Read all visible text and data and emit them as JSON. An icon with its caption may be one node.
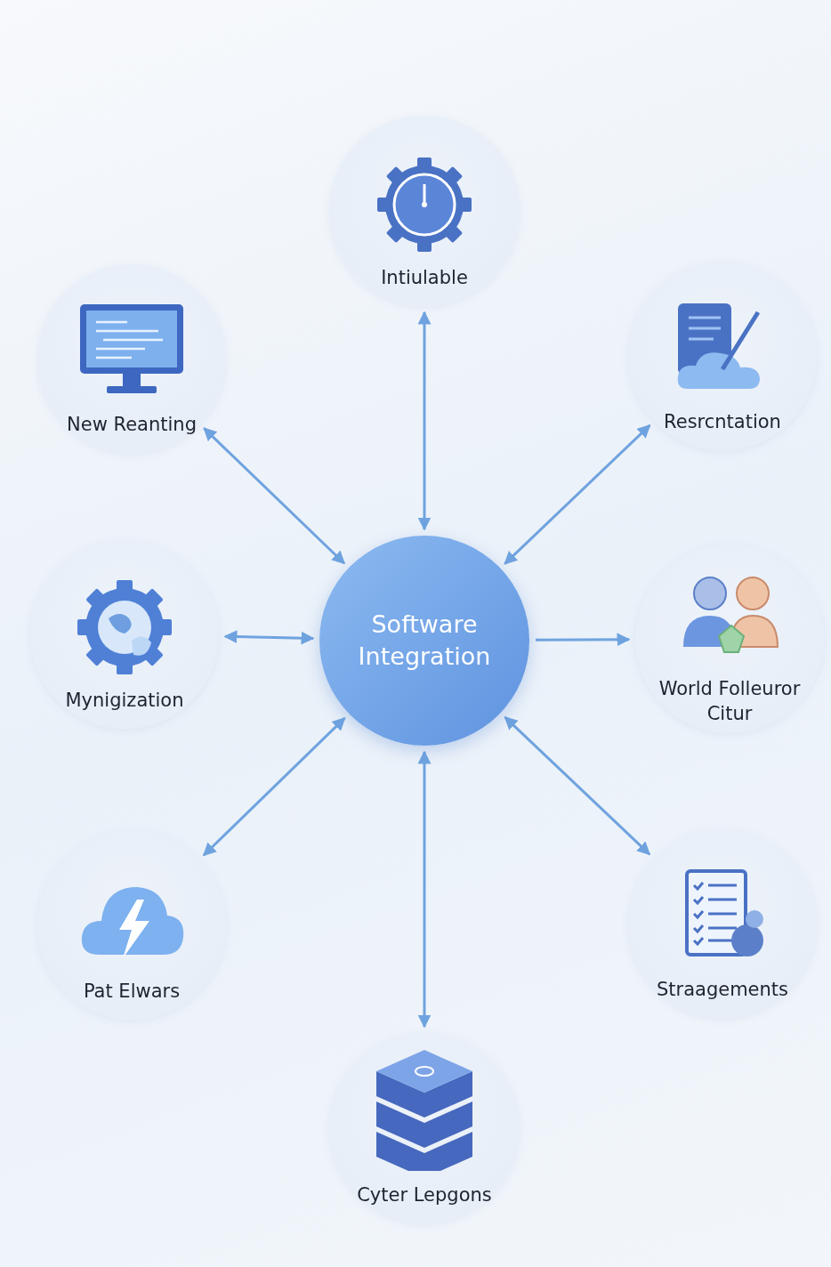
{
  "diagram": {
    "nodes": [
      {
        "text": [
          "Intiulable"
        ]
      },
      {
        "text": [
          "New Reanting"
        ]
      },
      {
        "text": [
          "Resrcntation"
        ]
      },
      {
        "text": [
          "Mynigization"
        ]
      },
      {
        "text": [
          "Software Integration"
        ]
      },
      {
        "text": [
          "World Folleuror Citur"
        ]
      },
      {
        "text": [
          "Pat Elwars"
        ]
      },
      {
        "text": [
          "Straagements"
        ]
      },
      {
        "text": [
          "Cyter Lepgons"
        ]
      }
    ],
    "edges": [
      {
        "from": 4,
        "to": 0,
        "arrow": "both"
      },
      {
        "from": 4,
        "to": 1,
        "arrow": "both"
      },
      {
        "from": 4,
        "to": 2,
        "arrow": "both"
      },
      {
        "from": 4,
        "to": 3,
        "arrow": "both"
      },
      {
        "from": 4,
        "to": 5,
        "arrow": "to"
      },
      {
        "from": 4,
        "to": 6,
        "arrow": "both"
      },
      {
        "from": 4,
        "to": 7,
        "arrow": "both"
      },
      {
        "from": 4,
        "to": 8,
        "arrow": "both"
      }
    ]
  }
}
